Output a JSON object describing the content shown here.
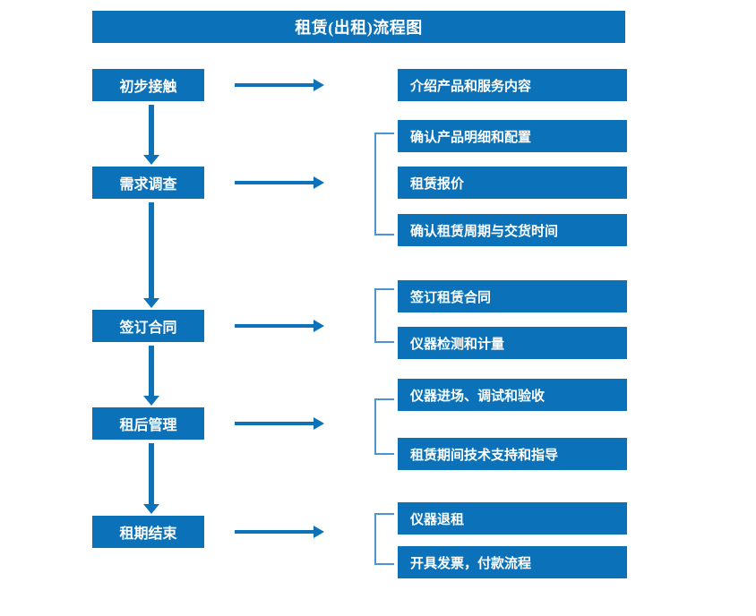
{
  "chart_data": {
    "type": "diagram",
    "title": "租赁(出租)流程图",
    "diagram_kind": "flowchart",
    "orientation": "vertical-stages-with-right-details",
    "stages": [
      {
        "label": "初步接触",
        "details": [
          "介绍产品和服务内容"
        ],
        "bracketed": false
      },
      {
        "label": "需求调查",
        "details": [
          "确认产品明细和配置",
          "租赁报价",
          "确认租赁周期与交货时间"
        ],
        "bracketed": true
      },
      {
        "label": "签订合同",
        "details": [
          "签订租赁合同",
          "仪器检测和计量"
        ],
        "bracketed": true
      },
      {
        "label": "租后管理",
        "details": [
          "仪器进场、调试和验收",
          "租赁期间技术支持和指导"
        ],
        "bracketed": true
      },
      {
        "label": "租期结束",
        "details": [
          "仪器退租",
          "开具发票，付款流程"
        ],
        "bracketed": true
      }
    ]
  },
  "title": {
    "text": "租赁(出租)流程图"
  },
  "stages": [
    {
      "label": "初步接触"
    },
    {
      "label": "需求调查"
    },
    {
      "label": "签订合同"
    },
    {
      "label": "租后管理"
    },
    {
      "label": "租期结束"
    }
  ],
  "details": [
    {
      "label": "介绍产品和服务内容"
    },
    {
      "label": "确认产品明细和配置"
    },
    {
      "label": "租赁报价"
    },
    {
      "label": "确认租赁周期与交货时间"
    },
    {
      "label": "签订租赁合同"
    },
    {
      "label": "仪器检测和计量"
    },
    {
      "label": "仪器进场、调试和验收"
    },
    {
      "label": "租赁期间技术支持和指导"
    },
    {
      "label": "仪器退租"
    },
    {
      "label": "开具发票，付款流程"
    }
  ],
  "colors": {
    "box_blue": "#0B72BA",
    "arrow_blue": "#0D72B8",
    "bracket_blue": "#4E94CF",
    "text_white": "#FFFFFF",
    "background": "#FFFFFF"
  }
}
